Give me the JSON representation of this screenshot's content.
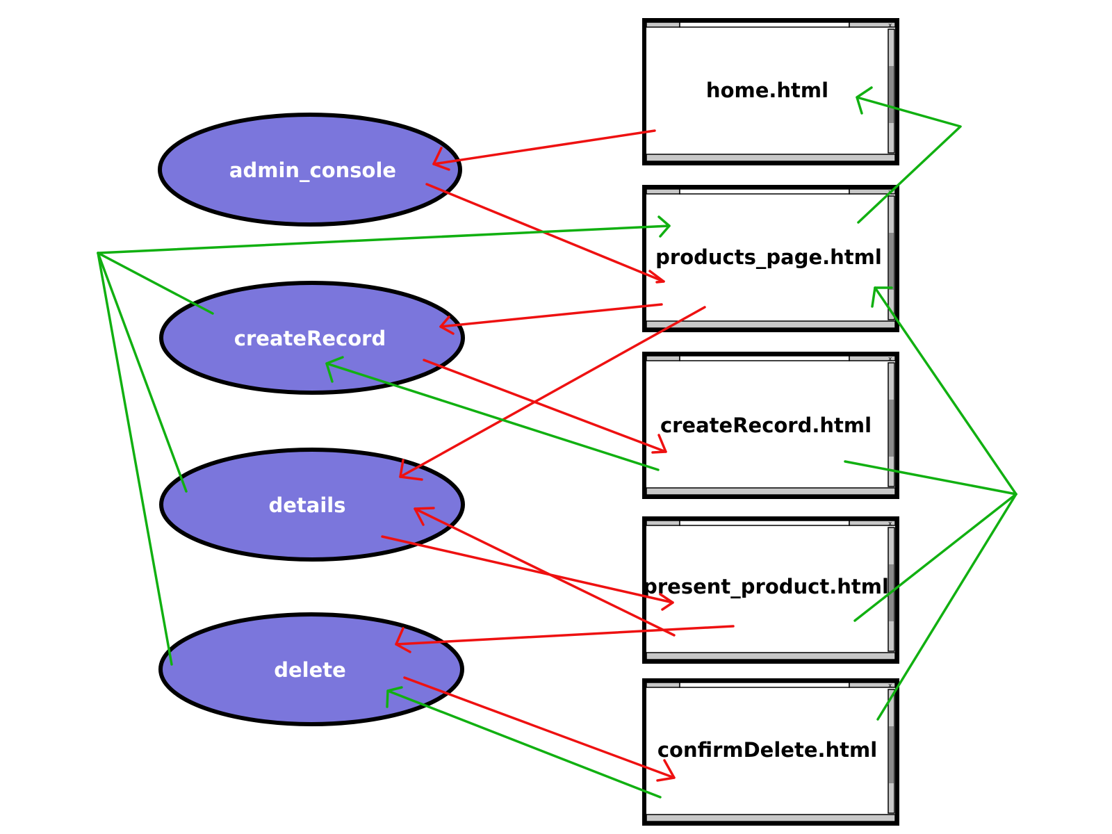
{
  "nodes": {
    "admin_console": "admin_console",
    "createRecord": "createRecord",
    "details": "details",
    "delete": "delete"
  },
  "pages": {
    "home": "home.html",
    "products_page": "products_page.html",
    "createRecord": "createRecord.html",
    "present_product": "present_product.html",
    "confirmDelete": "confirmDelete.html"
  },
  "window_close_glyph": "x",
  "colors": {
    "node_fill": "#7b76dc",
    "forward_arrow": "#ee1111",
    "return_arrow": "#11b011"
  }
}
